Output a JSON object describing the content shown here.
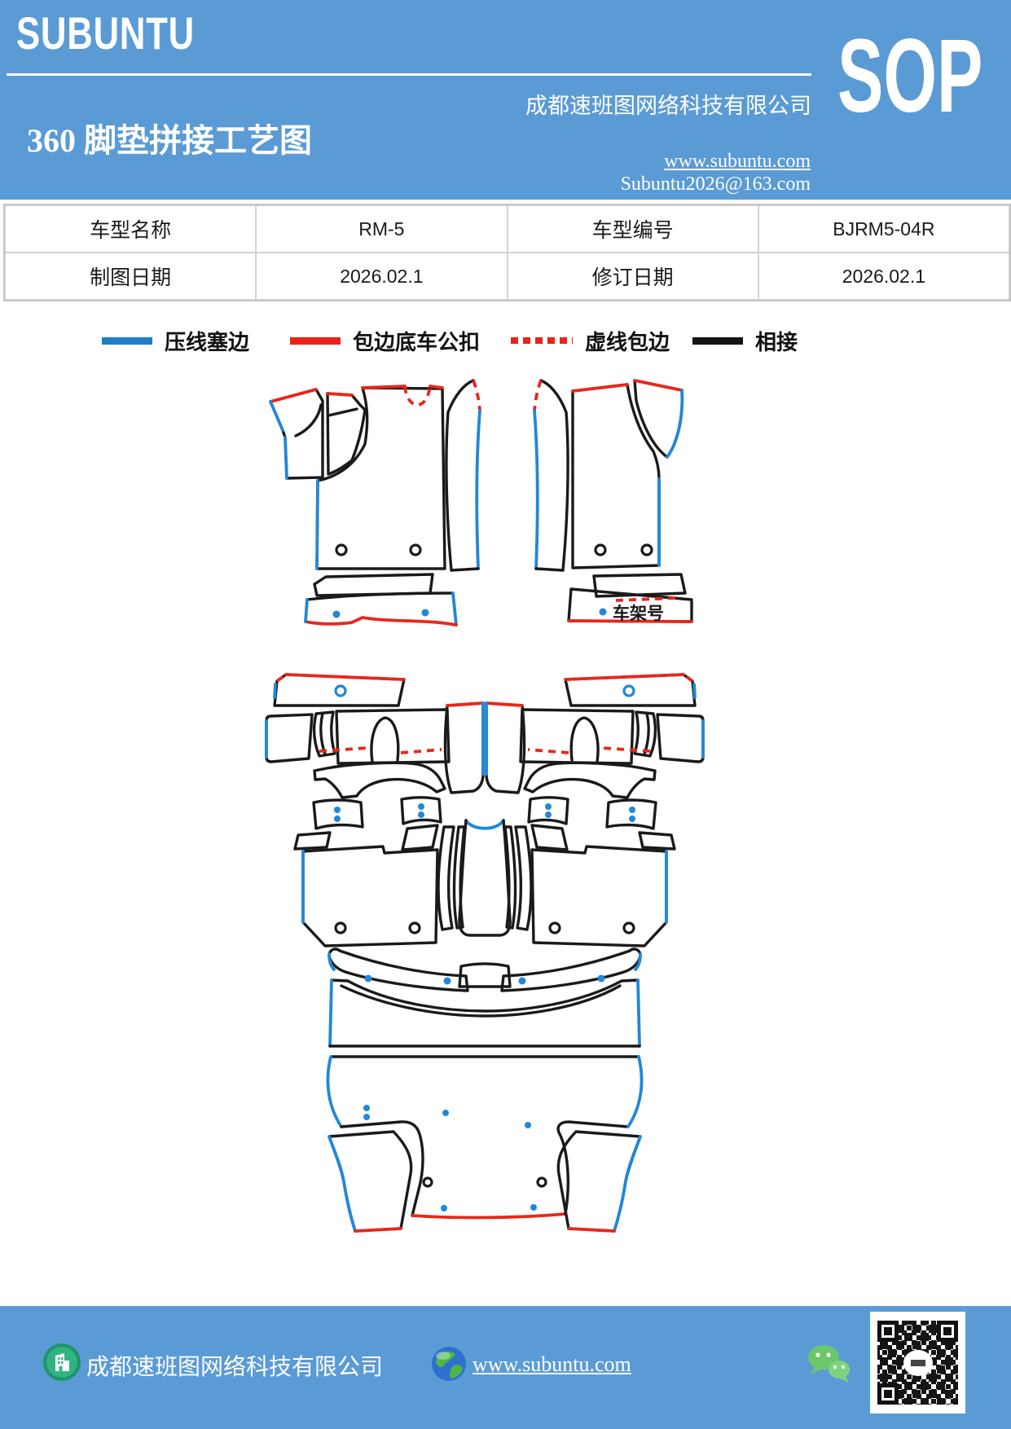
{
  "page": {
    "background": "#ffffff",
    "brand_blue": "#5B9BD5"
  },
  "header": {
    "logo": "SUBUNTU",
    "badge": "SOP",
    "company": "成都速班图网络科技有限公司",
    "title": "360 脚垫拼接工艺图",
    "website": "www.subuntu.com",
    "email": "Subuntu2026@163.com"
  },
  "info_table": {
    "rows": [
      {
        "cells": [
          "车型名称",
          "RM-5",
          "车型编号",
          "BJRM5-04R"
        ]
      },
      {
        "cells": [
          "制图日期",
          "2026.02.1",
          "修订日期",
          "2026.02.1"
        ]
      }
    ]
  },
  "legend": {
    "items": [
      {
        "label": "压线塞边",
        "color": "#1E7EC8",
        "style": "solid"
      },
      {
        "label": "包边底车公扣",
        "color": "#EC2318",
        "style": "solid"
      },
      {
        "label": "虚线包边",
        "color": "#EC2318",
        "style": "dashed"
      },
      {
        "label": "相接",
        "color": "#141414",
        "style": "solid"
      }
    ]
  },
  "drawing": {
    "vin_label": "车架号",
    "line_colors": {
      "press_edge_blue": "#2287D8",
      "buckle_red": "#E8271B",
      "join_black": "#1A1A1A"
    }
  },
  "footer": {
    "company": "成都速班图网络科技有限公司",
    "website": "www.subuntu.com",
    "icons": [
      "building-icon",
      "globe-icon",
      "wechat-icon",
      "qr-code"
    ]
  }
}
